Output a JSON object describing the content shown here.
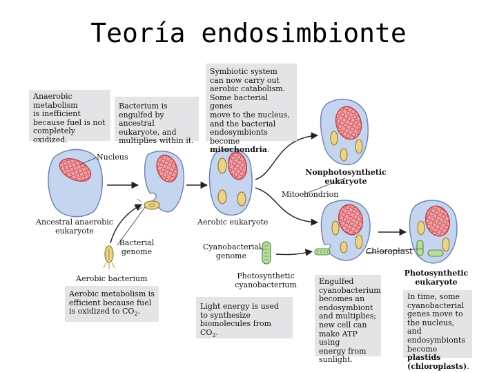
{
  "title": "Teoría endosimbionte",
  "boxes": {
    "anaerobic": [
      "Anaerobic",
      "metabolism",
      "is inefficient",
      "because fuel is not",
      "completely oxidized."
    ],
    "engulfed": [
      "Bacterium is",
      "engulfed by ancestral",
      "eukaryote, and",
      "multiplies within it."
    ],
    "symbiotic": [
      "Symbiotic system",
      "can now carry out",
      "aerobic catabolism.",
      "Some bacterial genes",
      "move to the nucleus,",
      "and the bacterial",
      "endosymbionts become"
    ],
    "symbiotic_bold": "mitochondria",
    "symbiotic_end": ".",
    "aerobic_eff": [
      "Aerobic metabolism is",
      "efficient because fuel",
      "is oxidized to CO"
    ],
    "aerobic_sub": "2",
    "aerobic_end": ".",
    "light": [
      "Light energy is used",
      "to synthesize",
      "biomolecules from CO"
    ],
    "light_sub": "2",
    "light_end": ".",
    "cyano_engulfed": [
      "Engulfed",
      "cyanobacterium",
      "becomes an",
      "endosymbiont",
      "and multiplies;",
      "new cell can",
      "make ATP using",
      "energy from",
      "sunlight."
    ],
    "in_time": [
      "In time, some",
      "cyanobacterial",
      "genes move to",
      "the nucleus, and",
      "endosymbionts",
      "become"
    ],
    "in_time_bold1": "plastids",
    "in_time_bold2": "(chloroplasts)",
    "in_time_end": "."
  },
  "labels": {
    "nucleus": "Nucleus",
    "ancestral": [
      "Ancestral anaerobic",
      "eukaryote"
    ],
    "bacterial_genome": [
      "Bacterial",
      "genome"
    ],
    "aerobic_bacterium": "Aerobic bacterium",
    "aerobic_eukaryote": "Aerobic eukaryote",
    "nonphoto": [
      "Nonphotosynthetic",
      "eukaryote"
    ],
    "mitochondrion": "Mitochondrion",
    "cyano_genome": [
      "Cyanobacterial",
      "genome"
    ],
    "photo_cyano": [
      "Photosynthetic",
      "cyanobacterium"
    ],
    "chloroplast": "Chloroplast",
    "photo_euk": [
      "Photosynthetic",
      "eukaryote"
    ]
  },
  "colors": {
    "cell_fill": "#c5d5ef",
    "cell_stroke": "#6f86b4",
    "nucleus_fill": "#f2a3a8",
    "nucleus_stroke": "#c0464f",
    "mito_fill": "#e8d38c",
    "mito_stroke": "#9a7a1c",
    "chloro_fill": "#b8dca0",
    "chloro_stroke": "#4d8a3a",
    "box_bg": "#e4e4e6",
    "arrow": "#222222"
  }
}
